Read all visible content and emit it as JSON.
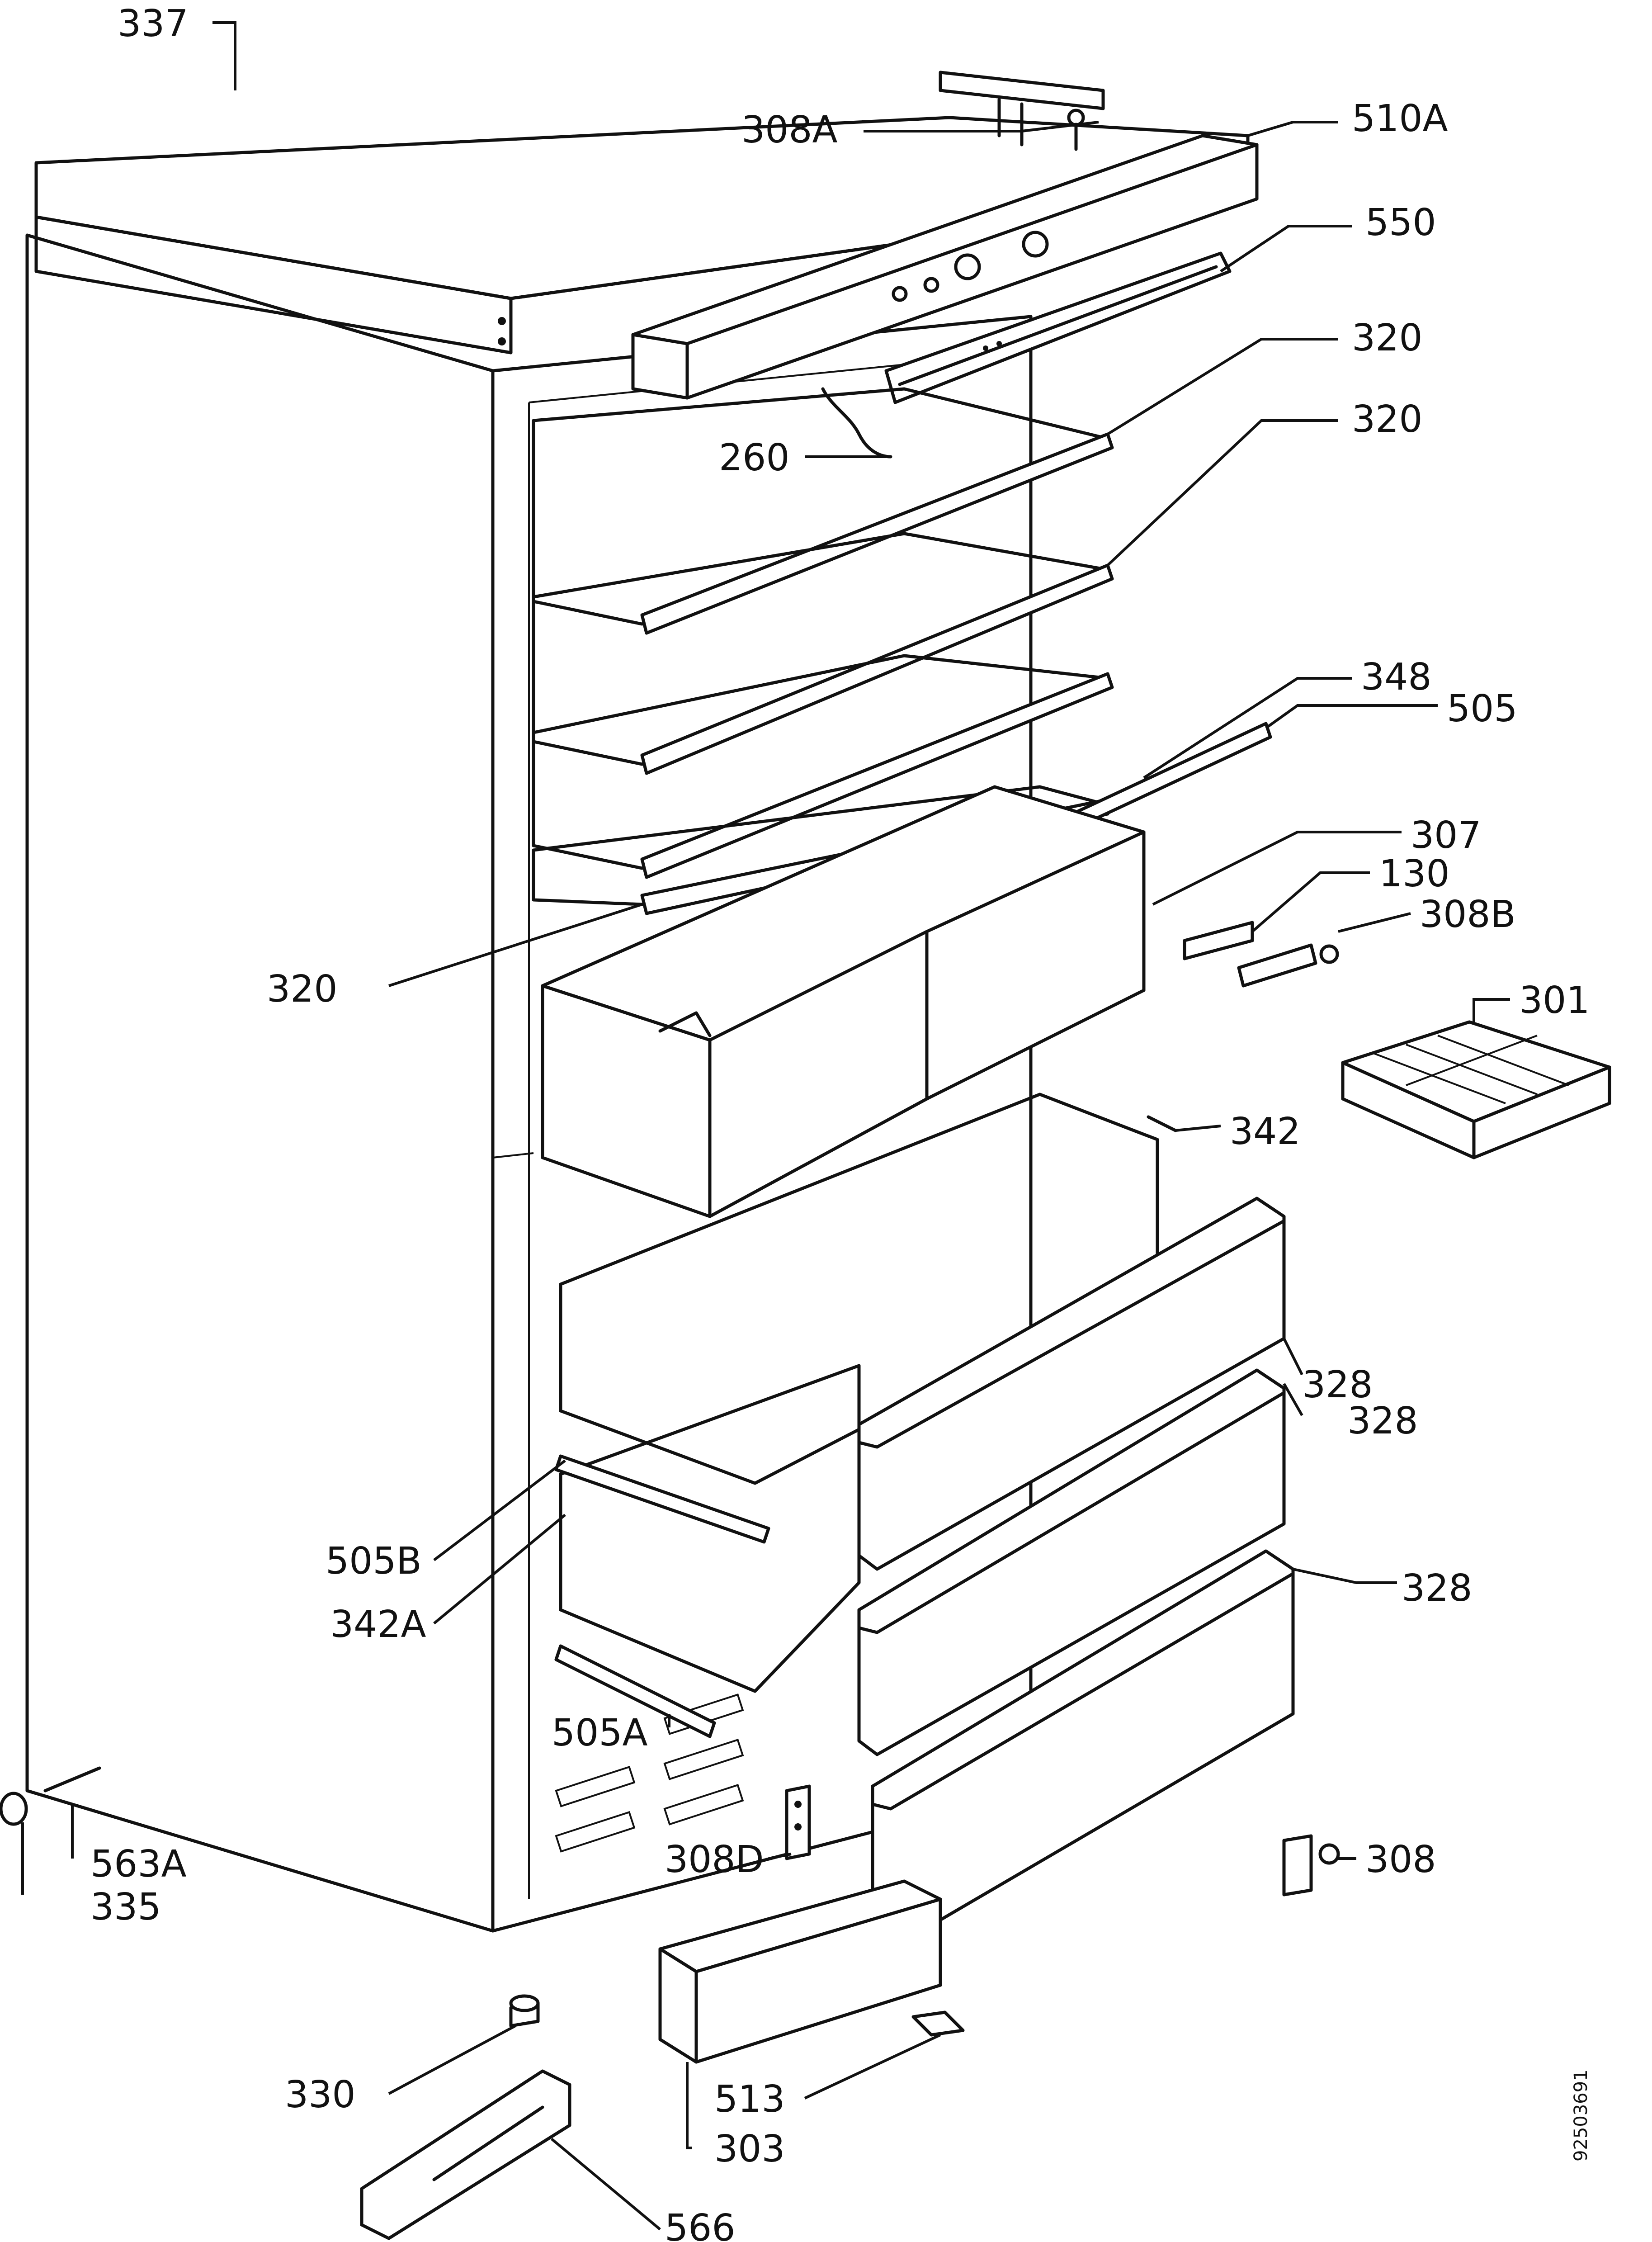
{
  "diagram": {
    "type": "exploded-parts-view",
    "serial_number": "92503691",
    "labels": {
      "p337": "337",
      "p308A": "308A",
      "p510A": "510A",
      "p550": "550",
      "p320a": "320",
      "p320b": "320",
      "p260": "260",
      "p348": "348",
      "p505": "505",
      "p307": "307",
      "p130": "130",
      "p308B": "308B",
      "p320c": "320",
      "p301": "301",
      "p342": "342",
      "p328a": "328",
      "p328b": "328",
      "p328c": "328",
      "p505B": "505B",
      "p342A": "342A",
      "p505A": "505A",
      "p563A": "563A",
      "p335": "335",
      "p308D": "308D",
      "p308": "308",
      "p330": "330",
      "p513": "513",
      "p303": "303",
      "p566": "566"
    }
  }
}
